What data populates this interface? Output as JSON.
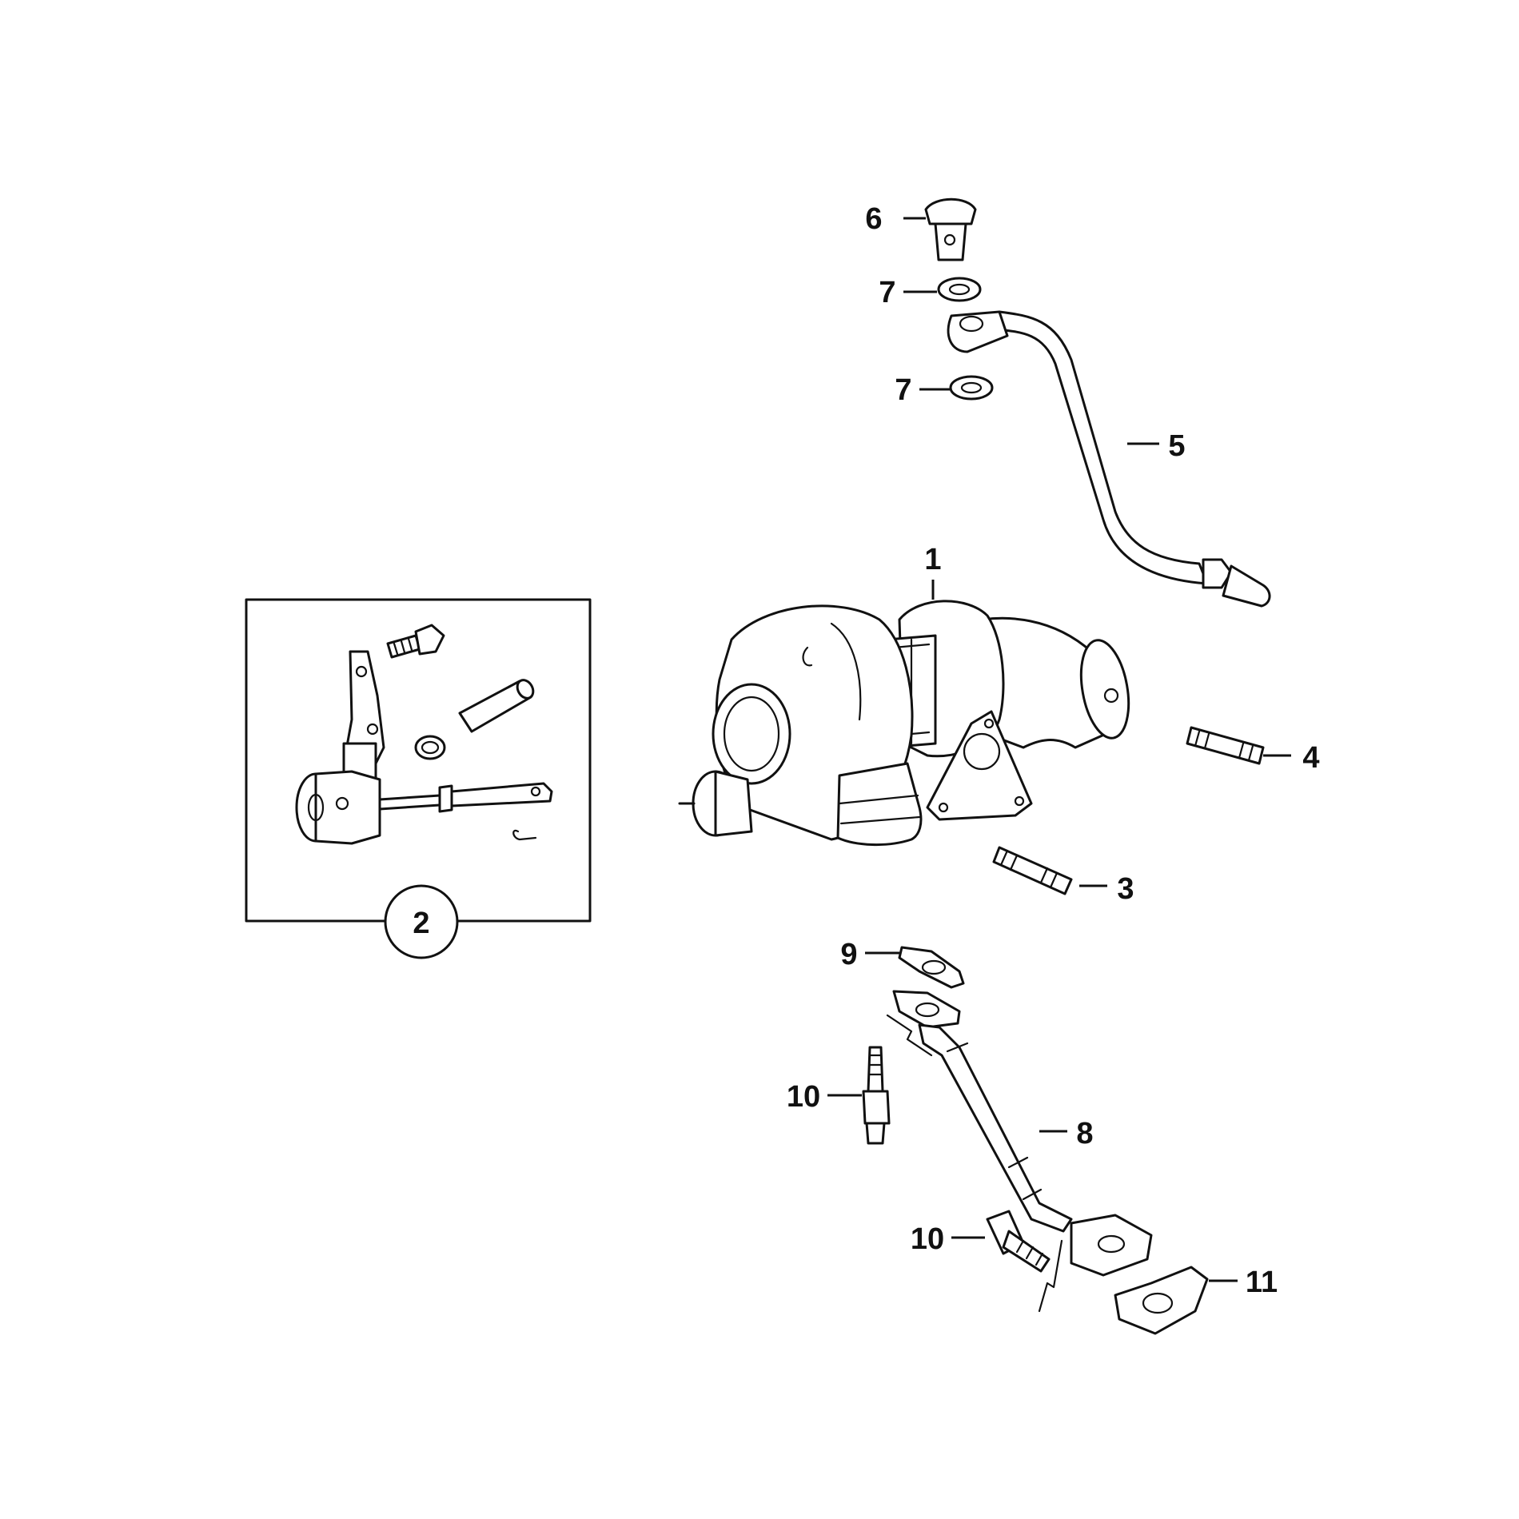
{
  "diagram": {
    "callouts": [
      {
        "id": "c1",
        "label": "1"
      },
      {
        "id": "c2",
        "label": "2"
      },
      {
        "id": "c3",
        "label": "3"
      },
      {
        "id": "c4",
        "label": "4"
      },
      {
        "id": "c5",
        "label": "5"
      },
      {
        "id": "c6",
        "label": "6"
      },
      {
        "id": "c7a",
        "label": "7"
      },
      {
        "id": "c7b",
        "label": "7"
      },
      {
        "id": "c8",
        "label": "8"
      },
      {
        "id": "c9",
        "label": "9"
      },
      {
        "id": "c10a",
        "label": "10"
      },
      {
        "id": "c10b",
        "label": "10"
      },
      {
        "id": "c11",
        "label": "11"
      }
    ],
    "colors": {
      "line": "#111111",
      "background": "#ffffff"
    }
  }
}
